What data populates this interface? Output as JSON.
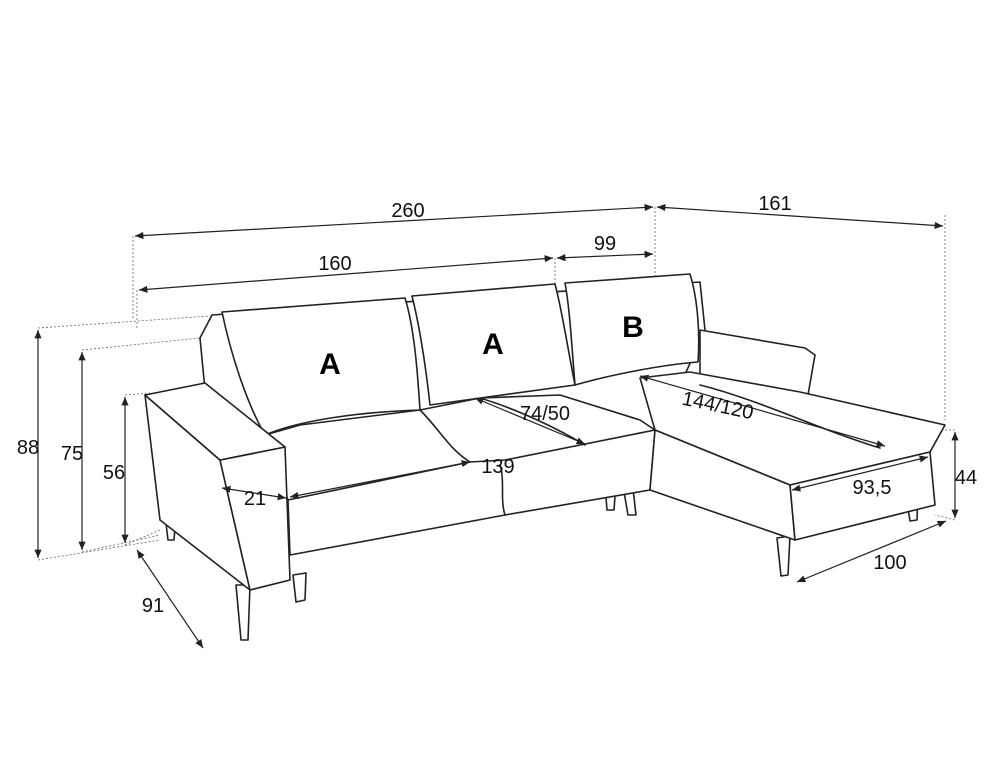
{
  "cushions": {
    "left": "A",
    "middle": "A",
    "right": "B"
  },
  "dimensions": {
    "total_width": "260",
    "chaise_depth": "161",
    "main_width": "160",
    "chaise_back_width": "99",
    "height_total": "88",
    "height_back": "75",
    "height_arm": "56",
    "depth": "91",
    "arm_width": "21",
    "seat_width": "139",
    "seat_depth": "74/50",
    "chaise_length": "144/120",
    "chaise_seat_width": "93,5",
    "chaise_width": "100",
    "seat_height": "44"
  }
}
